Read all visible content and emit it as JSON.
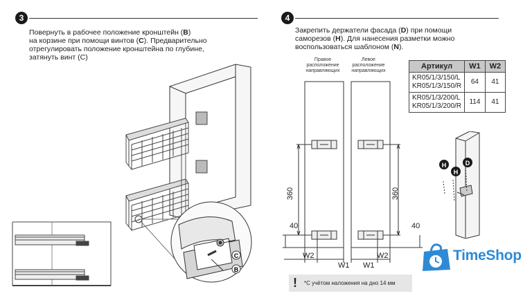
{
  "step3": {
    "number": "3",
    "line1_pre": "Повернуть в рабочее положение кронштейн (",
    "line1_bold": "B",
    "line1_post": ")",
    "line2_pre": "на корзине при помощи винтов (",
    "line2_bold": "C",
    "line2_post": "). Предварительно",
    "line3": "отрегулировать положение кронштейна по глубине,",
    "line4": "затянуть винт (C)",
    "callout_b": "B",
    "callout_c": "C"
  },
  "step4": {
    "number": "4",
    "line1_pre": "Закрепить держатели фасада (",
    "line1_bold": "D",
    "line1_post": ") при помощи",
    "line2_pre": "саморезов (",
    "line2_bold": "H",
    "line2_post": "). Для нанесения разметки можно",
    "line3_pre": "воспользоваться шаблоном (",
    "line3_bold": "N",
    "line3_post": ").",
    "right_label": "Правое расположение направляющих",
    "left_label": "Левое расположение направляющих",
    "dim_360": "360",
    "dim_40": "40",
    "dim_w1": "W1",
    "dim_w2": "W2",
    "callout_h": "H",
    "callout_d": "D"
  },
  "spec_table": {
    "headers": [
      "Артикул",
      "W1",
      "W2"
    ],
    "rows": [
      {
        "article": [
          "KR05/1/3/150/L",
          "KR05/1/3/150/R"
        ],
        "w1": "64",
        "w2": "41"
      },
      {
        "article": [
          "KR05/1/3/200/L",
          "KR05/1/3/200/R"
        ],
        "w1": "114",
        "w2": "41"
      }
    ]
  },
  "note": {
    "symbol": "!",
    "text": "*С учётом наложения на дно 14 мм"
  },
  "brand": {
    "name": "TimeShop",
    "color": "#2e8ad6"
  }
}
